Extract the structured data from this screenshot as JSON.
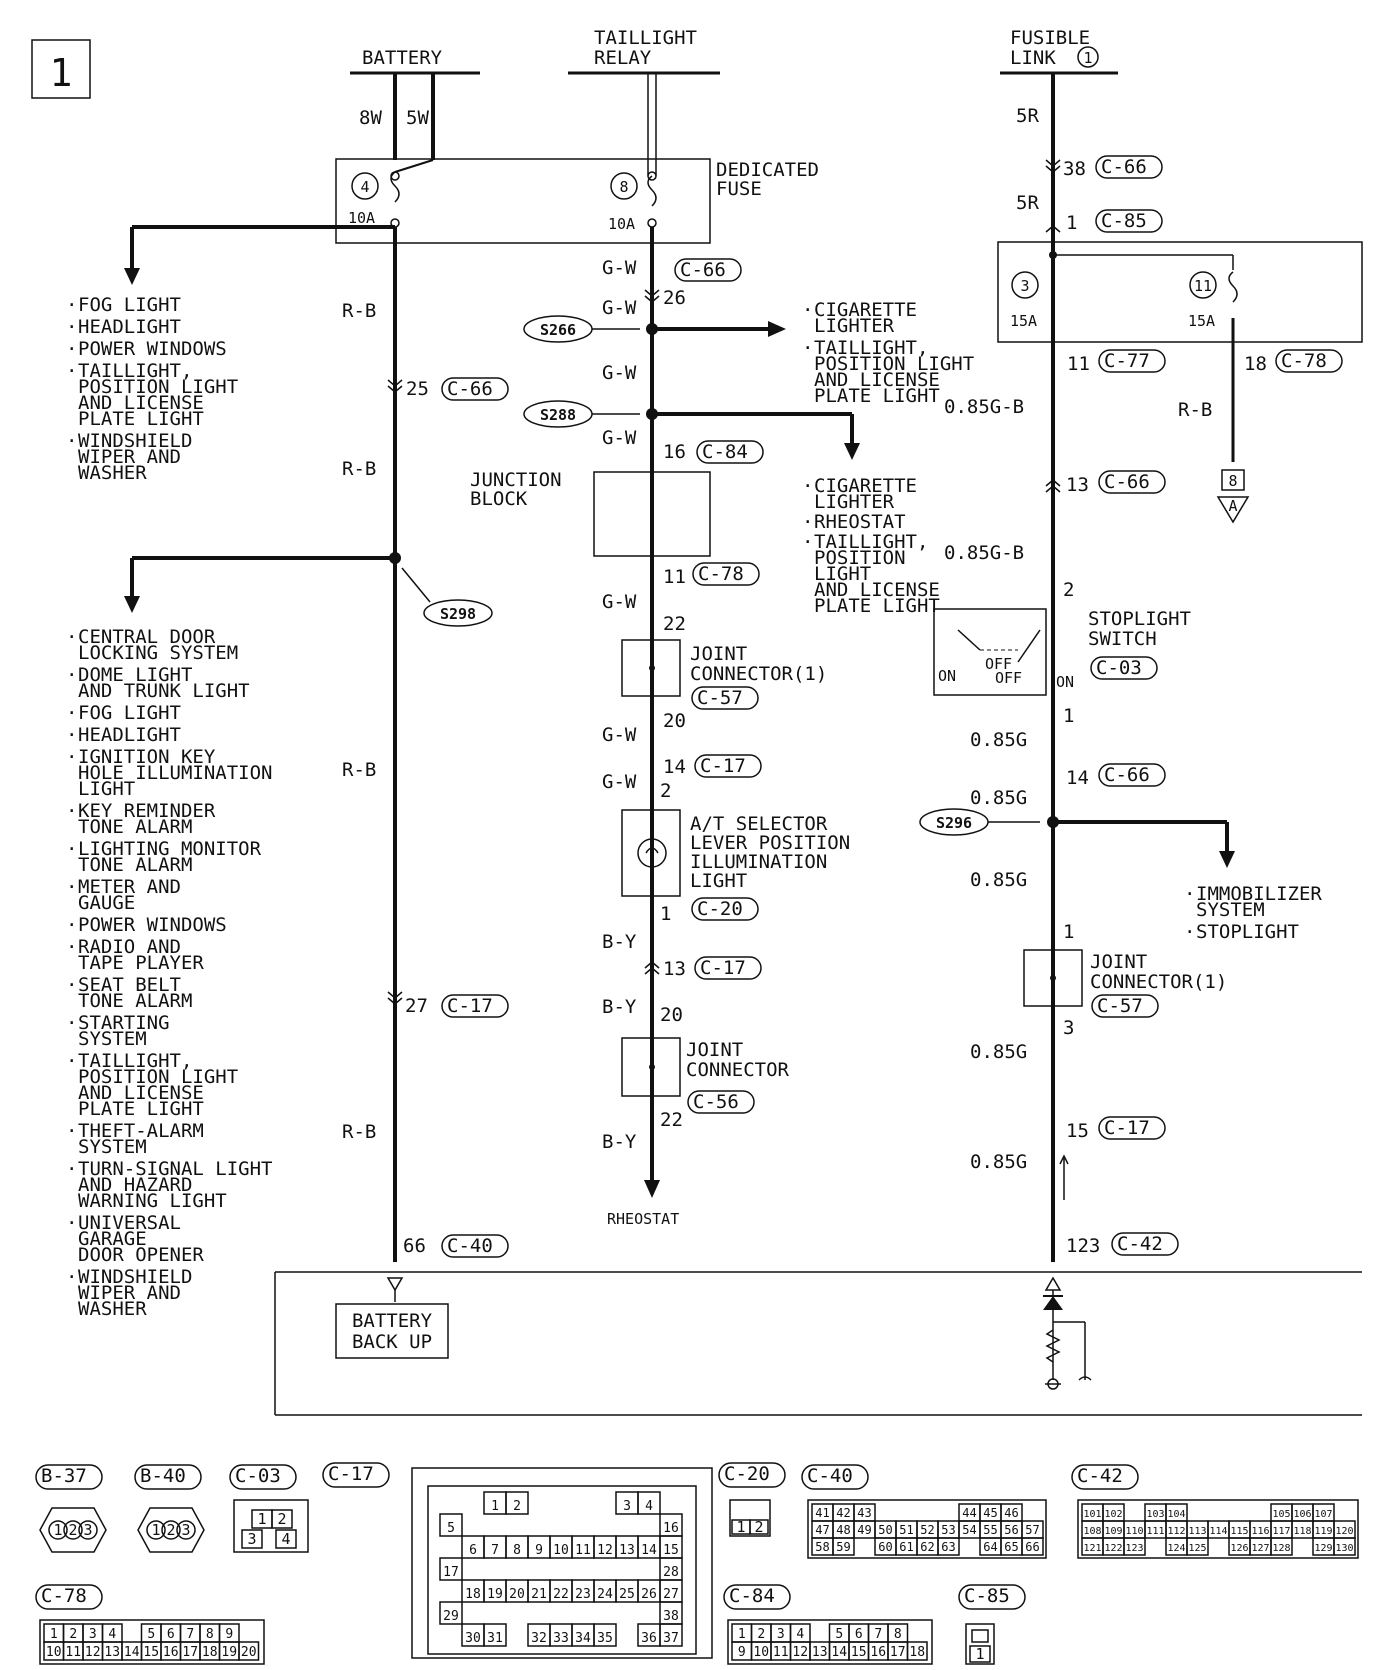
{
  "page_number": "1",
  "sources": {
    "battery": "BATTERY",
    "taillight_relay_1": "TAILLIGHT",
    "taillight_relay_2": "RELAY",
    "fusible_1": "FUSIBLE",
    "fusible_2": "LINK",
    "fusible_num": "1"
  },
  "wires": {
    "w8w": "8W",
    "w5w": "5W",
    "w5r": "5R",
    "rb": "R-B",
    "gw": "G-W",
    "by": "B-Y",
    "g085gb": "0.85G-B",
    "g085g": "0.85G"
  },
  "pins": {
    "p38": "38",
    "p1": "1",
    "p25": "25",
    "p26": "26",
    "p16": "16",
    "p11": "11",
    "p18": "18",
    "p13": "13",
    "p22": "22",
    "p20": "20",
    "p14": "14",
    "p2": "2",
    "p27": "27",
    "p66": "66",
    "p3": "3",
    "p15": "15",
    "p123": "123"
  },
  "connectors": {
    "c66": "C-66",
    "c85": "C-85",
    "c84": "C-84",
    "c78": "C-78",
    "c77": "C-77",
    "c57": "C-57",
    "c17": "C-17",
    "c20": "C-20",
    "c56": "C-56",
    "c40": "C-40",
    "c42": "C-42",
    "c03": "C-03",
    "b37": "B-37",
    "b40": "B-40"
  },
  "fuses": {
    "dedicated_1": "DEDICATED",
    "dedicated_2": "FUSE",
    "f4": "4",
    "f8": "8",
    "f3": "3",
    "f11": "11",
    "a10": "10A",
    "a15": "15A"
  },
  "splices": {
    "s266": "S266",
    "s288": "S288",
    "s298": "S298",
    "s296": "S296"
  },
  "components": {
    "junction_1": "JUNCTION",
    "junction_2": "BLOCK",
    "joint1_1": "JOINT",
    "joint1_2": "CONNECTOR(1)",
    "joint_1": "JOINT",
    "joint_2": "CONNECTOR",
    "at_1": "A/T SELECTOR",
    "at_2": "LEVER POSITION",
    "at_3": "ILLUMINATION",
    "at_4": "LIGHT",
    "stop_1": "STOPLIGHT",
    "stop_2": "SWITCH",
    "off": "OFF",
    "on": "ON",
    "rheostat": "RHEOSTAT",
    "bb_1": "BATTERY",
    "bb_2": "BACK UP",
    "ref_8": "8",
    "ref_a": "A"
  },
  "lists": {
    "left_top": [
      "FOG LIGHT",
      "HEADLIGHT",
      "POWER WINDOWS",
      "TAILLIGHT,|POSITION LIGHT|AND LICENSE|PLATE LIGHT",
      "WINDSHIELD|WIPER AND|WASHER"
    ],
    "left_bottom": [
      "CENTRAL DOOR|LOCKING SYSTEM",
      "DOME LIGHT|AND TRUNK LIGHT",
      "FOG LIGHT",
      "HEADLIGHT",
      "IGNITION KEY|HOLE ILLUMINATION|LIGHT",
      "KEY REMINDER|TONE ALARM",
      "LIGHTING MONITOR|TONE ALARM",
      "METER AND|GAUGE",
      "POWER WINDOWS",
      "RADIO AND|TAPE PLAYER",
      "SEAT BELT|TONE ALARM",
      "STARTING|SYSTEM",
      "TAILLIGHT,|POSITION LIGHT|AND LICENSE|PLATE LIGHT",
      "THEFT-ALARM|SYSTEM",
      "TURN-SIGNAL LIGHT|AND HAZARD|WARNING LIGHT",
      "UNIVERSAL|GARAGE|DOOR OPENER",
      "WINDSHIELD|WIPER AND|WASHER"
    ],
    "s266_list": [
      "CIGARETTE|LIGHTER",
      "TAILLIGHT,|POSITION LIGHT|AND LICENSE|PLATE LIGHT"
    ],
    "s288_list": [
      "CIGARETTE|LIGHTER",
      "RHEOSTAT",
      "TAILLIGHT,|POSITION|LIGHT|AND LICENSE|PLATE LIGHT"
    ],
    "s296_list": [
      "IMMOBILIZER|SYSTEM",
      "STOPLIGHT"
    ]
  },
  "connector_pins": {
    "b37": [
      "1",
      "2",
      "3"
    ],
    "c03": [
      "1",
      "2",
      "3",
      "4"
    ],
    "c17": [
      "1",
      "2",
      "3",
      "4",
      "5",
      "6",
      "7",
      "8",
      "9",
      "10",
      "11",
      "12",
      "13",
      "14",
      "15",
      "16",
      "17",
      "18",
      "19",
      "20",
      "21",
      "22",
      "23",
      "24",
      "25",
      "26",
      "27",
      "28",
      "29",
      "30",
      "31",
      "32",
      "33",
      "34",
      "35",
      "36",
      "37",
      "38"
    ],
    "c20": [
      "1",
      "2"
    ],
    "c40": [
      "41",
      "42",
      "43",
      "44",
      "45",
      "46",
      "47",
      "48",
      "49",
      "50",
      "51",
      "52",
      "53",
      "54",
      "55",
      "56",
      "57",
      "58",
      "59",
      "60",
      "61",
      "62",
      "63",
      "64",
      "65",
      "66"
    ],
    "c42": [
      "101",
      "102",
      "103",
      "104",
      "105",
      "106",
      "107",
      "108",
      "109",
      "110",
      "111",
      "112",
      "113",
      "114",
      "115",
      "116",
      "117",
      "118",
      "119",
      "120",
      "121",
      "122",
      "123",
      "124",
      "125",
      "126",
      "127",
      "128",
      "129",
      "130"
    ],
    "c78": [
      "1",
      "2",
      "3",
      "4",
      "5",
      "6",
      "7",
      "8",
      "9",
      "10",
      "11",
      "12",
      "13",
      "14",
      "15",
      "16",
      "17",
      "18",
      "19",
      "20"
    ],
    "c84": [
      "1",
      "2",
      "3",
      "4",
      "5",
      "6",
      "7",
      "8",
      "9",
      "10",
      "11",
      "12",
      "13",
      "14",
      "15",
      "16",
      "17",
      "18"
    ],
    "c85": [
      "1"
    ]
  }
}
